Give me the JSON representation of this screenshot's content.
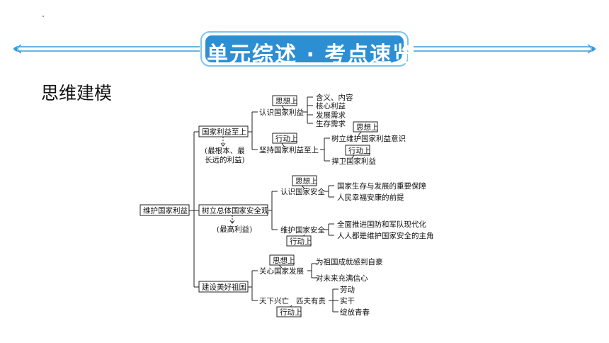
{
  "header": {
    "title": "单元综述 · 考点速览"
  },
  "section_heading": "思维建模",
  "mindmap": {
    "root": "维护国家利益",
    "branch1": {
      "label": "国家利益至上",
      "note": "(最根本、最长远的利益)",
      "note_line1": "(最根本、最",
      "note_line2": "长远的利益)",
      "sub1": {
        "label": "认识国家利益",
        "tag": "思想上",
        "items": [
          "含义、内容",
          "核心利益",
          "发展需求",
          "生存需求"
        ]
      },
      "sub2": {
        "label": "坚持国家利益至上",
        "tag": "行动上",
        "items": [
          "树立维护国家利益意识",
          "捍卫国家利益"
        ],
        "item_tags": [
          "思想上",
          "行动上"
        ]
      }
    },
    "branch2": {
      "label": "树立总体国家安全观",
      "note": "(最高利益)",
      "sub1": {
        "label": "认识国家安全",
        "tag": "思想上",
        "items": [
          "国家生存与发展的重要保障",
          "人民幸福安康的前提"
        ]
      },
      "sub2": {
        "label": "维护国家安全",
        "tag": "行动上",
        "items": [
          "全面推进国防和军队现代化",
          "人人都是维护国家安全的主角"
        ]
      }
    },
    "branch3": {
      "label": "建设美好祖国",
      "sub1": {
        "label": "关心国家发展",
        "tag": "思想上",
        "items": [
          "为祖国成就感到自豪",
          "对未来充满信心"
        ]
      },
      "sub2": {
        "label_left": "天下兴亡",
        "label_right": "匹夫有责",
        "tag": "行动上",
        "items": [
          "劳动",
          "实干",
          "绽放青春"
        ]
      }
    }
  }
}
